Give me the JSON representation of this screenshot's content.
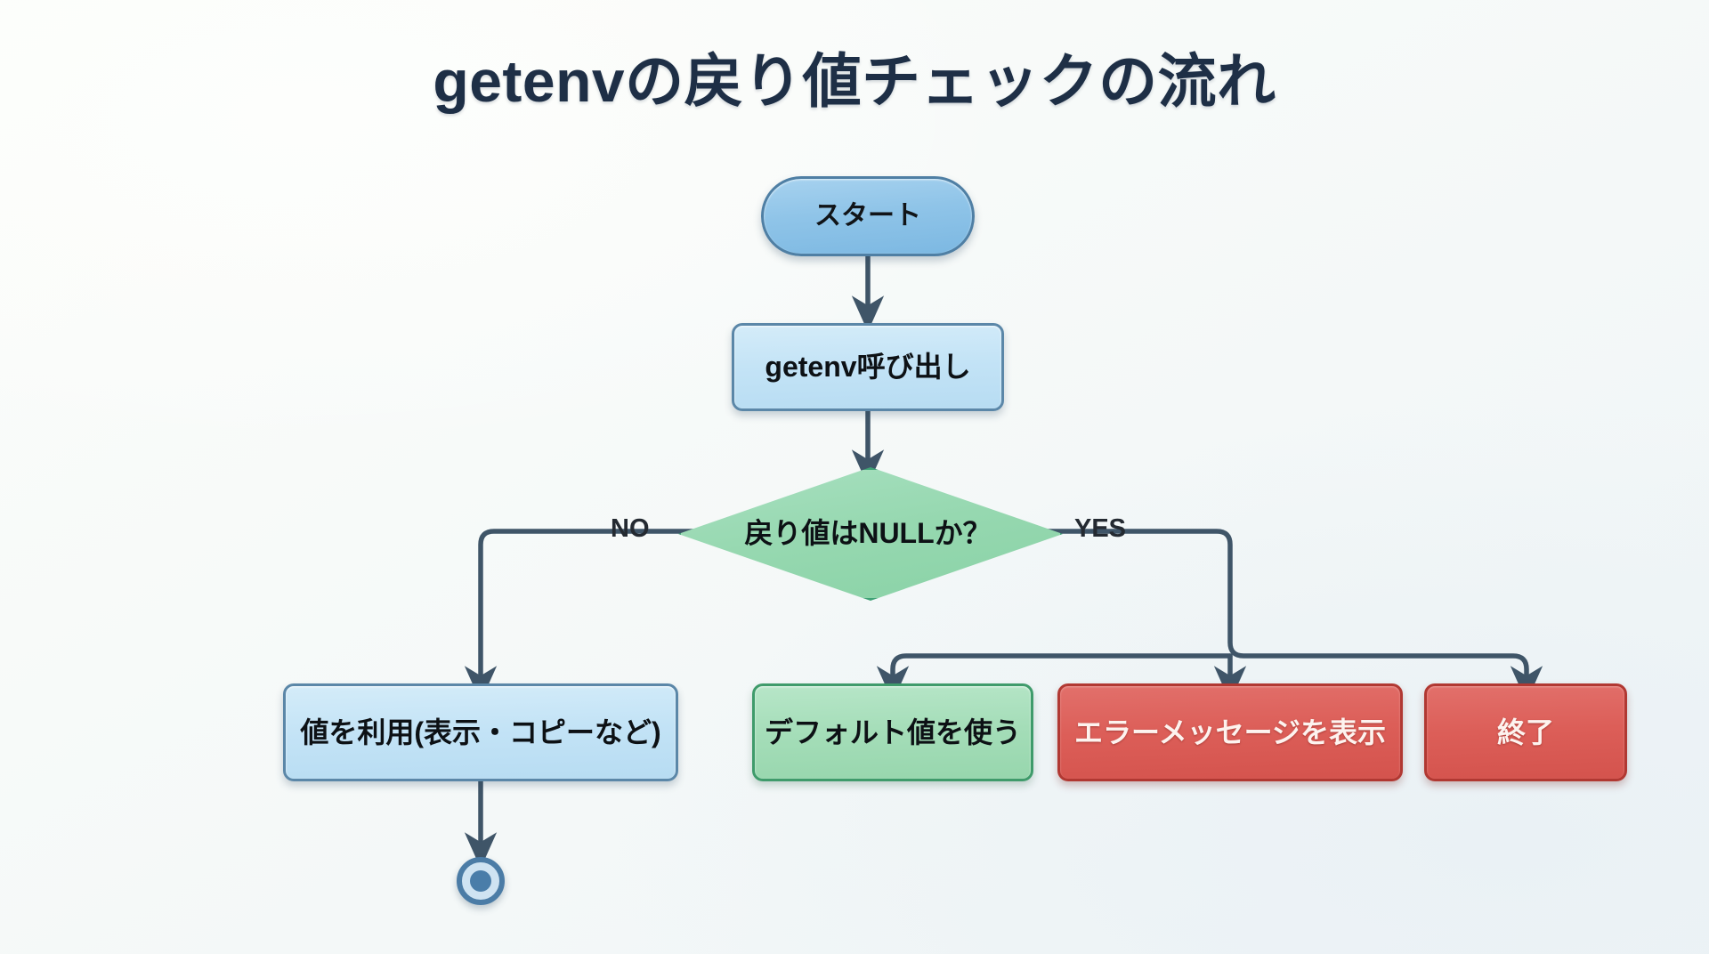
{
  "diagram": {
    "title": "getenvの戻り値チェックの流れ",
    "type": "flowchart",
    "colors": {
      "title_text": "#1e2f46",
      "terminator_fill": "#8fc4e8",
      "terminator_stroke": "#4f7fa4",
      "process_blue_fill": "#c3e3f6",
      "process_blue_stroke": "#5b87a8",
      "decision_fill": "#96d8b0",
      "decision_stroke": "#3fa276",
      "process_green_fill": "#a4ddb8",
      "process_green_stroke": "#3f9b6b",
      "process_red_fill": "#dc5e58",
      "process_red_stroke": "#b13832",
      "connector": "#3f5568",
      "background": "#f7faf9"
    },
    "nodes": {
      "start": {
        "label": "スタート",
        "shape": "terminator"
      },
      "call": {
        "label": "getenv呼び出し",
        "shape": "process"
      },
      "decision": {
        "label": "戻り値はNULLか？",
        "shape": "decision"
      },
      "use_value": {
        "label": "値を利用(表示・コピーなど)",
        "shape": "process"
      },
      "default_value": {
        "label": "デフォルト値を使う",
        "shape": "process"
      },
      "show_error": {
        "label": "エラーメッセージを表示",
        "shape": "process"
      },
      "terminate": {
        "label": "終了",
        "shape": "process"
      },
      "end": {
        "label": "",
        "shape": "end-circle"
      }
    },
    "edges": {
      "no_label": "NO",
      "yes_label": "YES"
    }
  }
}
